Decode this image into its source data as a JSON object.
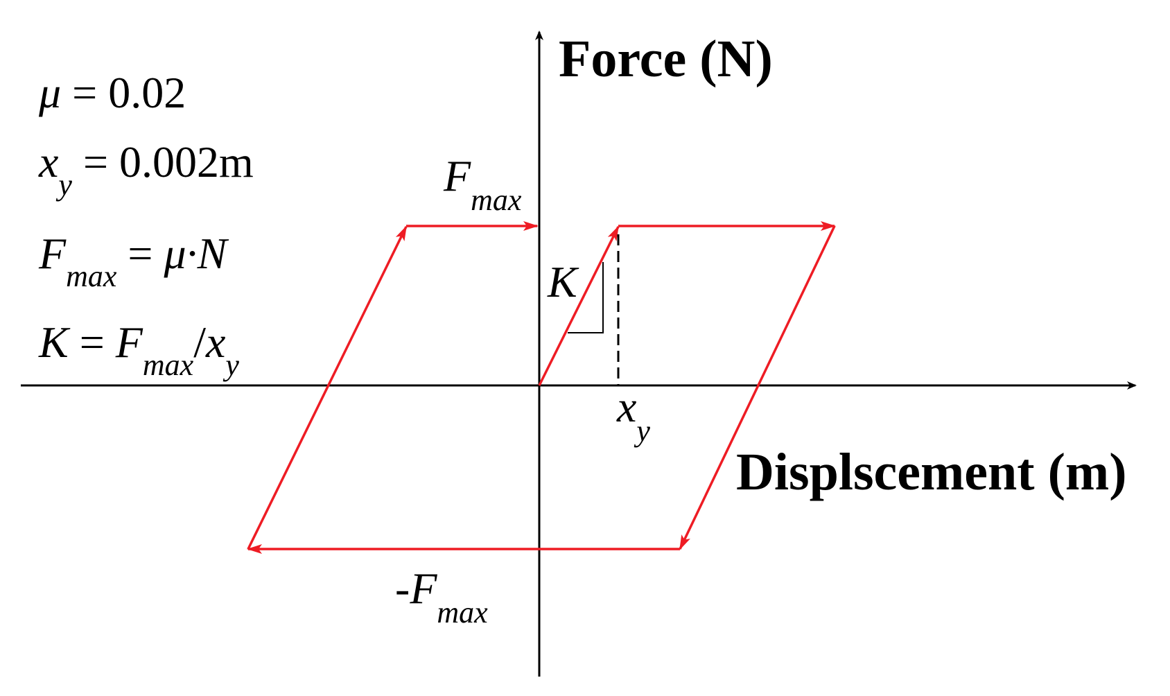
{
  "axes": {
    "y_title": "Force (N)",
    "x_title": "Displscement (m)"
  },
  "equations": {
    "mu": {
      "sym": "μ",
      "rest": " = 0.02"
    },
    "xy": {
      "sym": "x",
      "sub": "y",
      "rest": " = 0.002m"
    },
    "fmax": {
      "sym": "F",
      "sub": "max",
      "eq": " = ",
      "rhs": "μ·N"
    },
    "k": {
      "sym": "K",
      "eq": " = ",
      "f": "F",
      "fsub": "max",
      "slash": "/",
      "x": "x",
      "xsub": "y"
    }
  },
  "labels": {
    "fmax_top": {
      "sym": "F",
      "sub": "max"
    },
    "fmax_bottom": {
      "prefix": "-",
      "sym": "F",
      "sub": "max"
    },
    "k": "K",
    "xy": {
      "sym": "x",
      "sub": "y"
    }
  },
  "colors": {
    "loop": "#ee1c24",
    "axes": "#000000",
    "text": "#000000"
  }
}
